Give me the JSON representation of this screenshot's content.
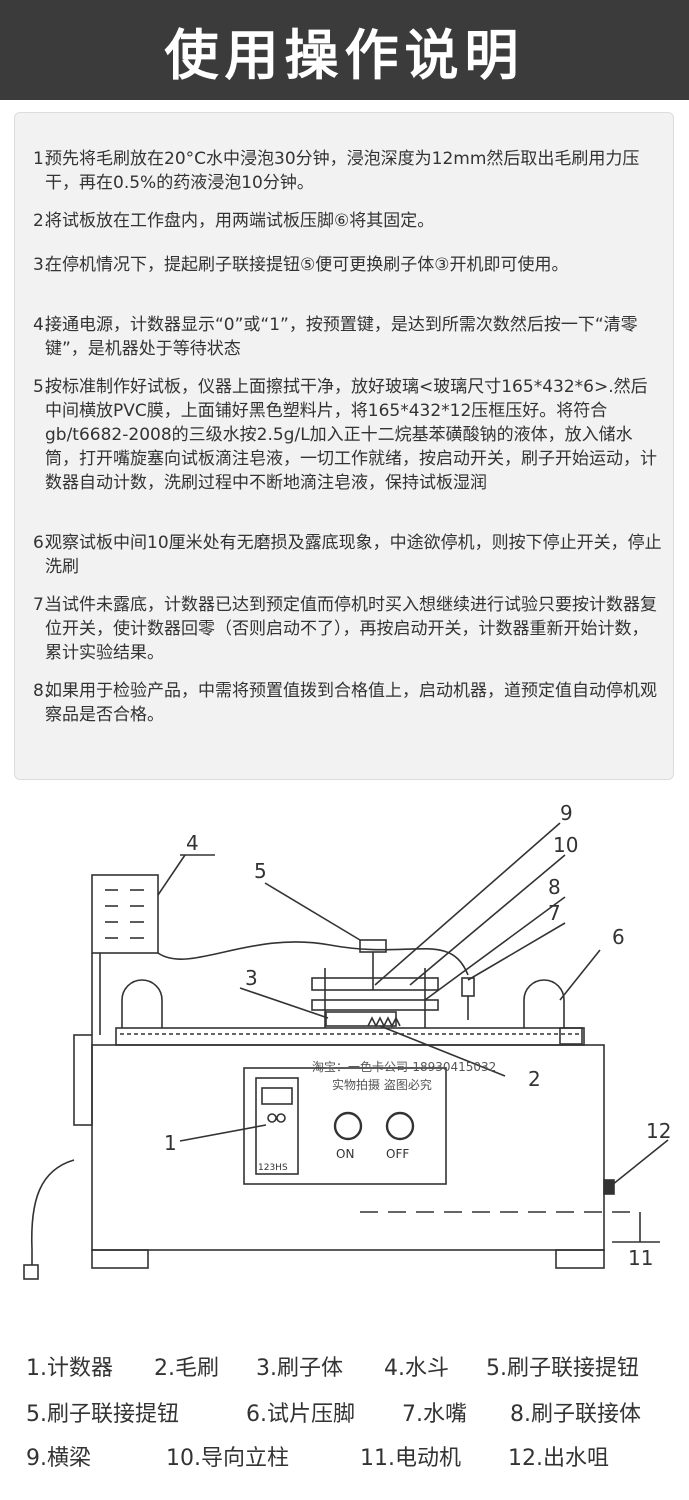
{
  "header": {
    "title": "使用操作说明"
  },
  "steps": [
    {
      "num": "1.",
      "text": "预先将毛刷放在20°C水中浸泡30分钟，浸泡深度为12mm然后取出毛刷用力压干，再在0.5%的药液浸泡10分钟。"
    },
    {
      "num": "2.",
      "text": "将试板放在工作盘内，用两端试板压脚⑥将其固定。"
    },
    {
      "num": "3.",
      "text": "在停机情况下，提起刷子联接提钮⑤便可更换刷子体③开机即可使用。"
    },
    {
      "num": "4.",
      "text": "接通电源，计数器显示“0”或“1”，按预置键，是达到所需次数然后按一下“清零键”，是机器处于等待状态"
    },
    {
      "num": "5.",
      "text": "按标准制作好试板，仪器上面擦拭干净，放好玻璃<玻璃尺寸165*432*6>.然后中间横放PVC膜，上面铺好黑色塑料片，将165*432*12压框压好。将符合gb/t6682-2008的三级水按2.5g/L加入正十二烷基苯磺酸钠的液体，放入储水筒，打开嘴旋塞向试板滴注皂液，一切工作就绪，按启动开关，刷子开始运动，计数器自动计数，洗刷过程中不断地滴注皂液，保持试板湿润"
    },
    {
      "num": "6.",
      "text": "观察试板中间10厘米处有无磨损及露底现象，中途欲停机，则按下停止开关，停止洗刷"
    },
    {
      "num": "7.",
      "text": "当试件未露底，计数器已达到预定值而停机时买入想继续进行试验只要按计数器复位开关，使计数器回零（否则启动不了），再按启动开关，计数器重新开始计数，累计实验结果。"
    },
    {
      "num": "8.",
      "text": "如果用于检验产品，中需将预置值拨到合格值上，启动机器，道预定值自动停机观察品是否合格。"
    }
  ],
  "diagram": {
    "callouts": [
      "1",
      "2",
      "3",
      "4",
      "5",
      "6",
      "7",
      "8",
      "9",
      "10",
      "11",
      "12"
    ],
    "switch_on": "ON",
    "switch_off": "OFF",
    "counter_keys": "123HS",
    "watermark_line1": "淘宝：一色卡公司-18930415032",
    "watermark_line2": "实物拍摄     盗图必究"
  },
  "legend": [
    "1.计数器",
    "2.毛刷",
    "3.刷子体",
    "4.水斗",
    "5.刷子联接提钮",
    "5.刷子联接提钮",
    "6.试片压脚",
    "7.水嘴",
    "8.刷子联接体",
    "9.横梁",
    "10.导向立柱",
    "11.电动机",
    "12.出水咀"
  ]
}
